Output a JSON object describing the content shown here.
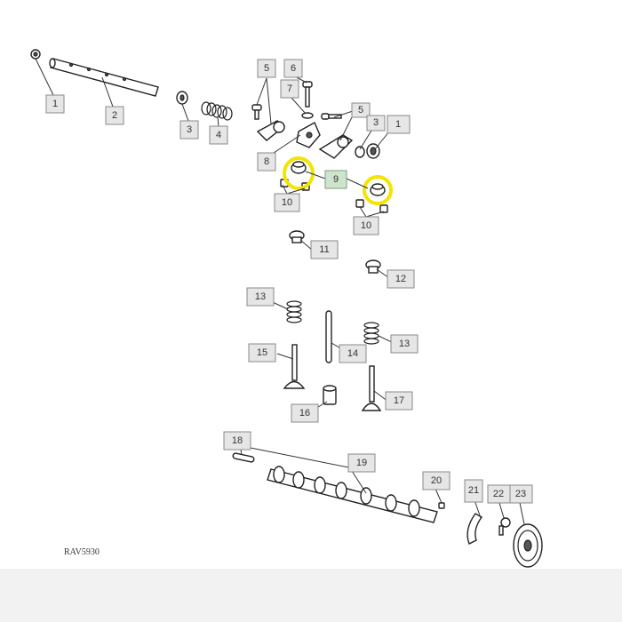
{
  "diagram": {
    "reference_code": "RAV5930",
    "callouts": [
      {
        "id": "c1a",
        "label": "1"
      },
      {
        "id": "c2",
        "label": "2"
      },
      {
        "id": "c3a",
        "label": "3"
      },
      {
        "id": "c4",
        "label": "4"
      },
      {
        "id": "c5a",
        "label": "5"
      },
      {
        "id": "c6",
        "label": "6"
      },
      {
        "id": "c7",
        "label": "7"
      },
      {
        "id": "c5b",
        "label": "5"
      },
      {
        "id": "c3b",
        "label": "3"
      },
      {
        "id": "c1b",
        "label": "1"
      },
      {
        "id": "c8",
        "label": "8"
      },
      {
        "id": "c9",
        "label": "9"
      },
      {
        "id": "c10a",
        "label": "10"
      },
      {
        "id": "c10b",
        "label": "10"
      },
      {
        "id": "c11",
        "label": "11"
      },
      {
        "id": "c12",
        "label": "12"
      },
      {
        "id": "c13a",
        "label": "13"
      },
      {
        "id": "c13b",
        "label": "13"
      },
      {
        "id": "c14",
        "label": "14"
      },
      {
        "id": "c15",
        "label": "15"
      },
      {
        "id": "c16",
        "label": "16"
      },
      {
        "id": "c17",
        "label": "17"
      },
      {
        "id": "c18",
        "label": "18"
      },
      {
        "id": "c19",
        "label": "19"
      },
      {
        "id": "c20",
        "label": "20"
      },
      {
        "id": "c21",
        "label": "21"
      },
      {
        "id": "c22",
        "label": "22"
      },
      {
        "id": "c23",
        "label": "23"
      }
    ],
    "highlight_color": "#f4e400",
    "selected_callout_color": "#cfe4cf"
  }
}
